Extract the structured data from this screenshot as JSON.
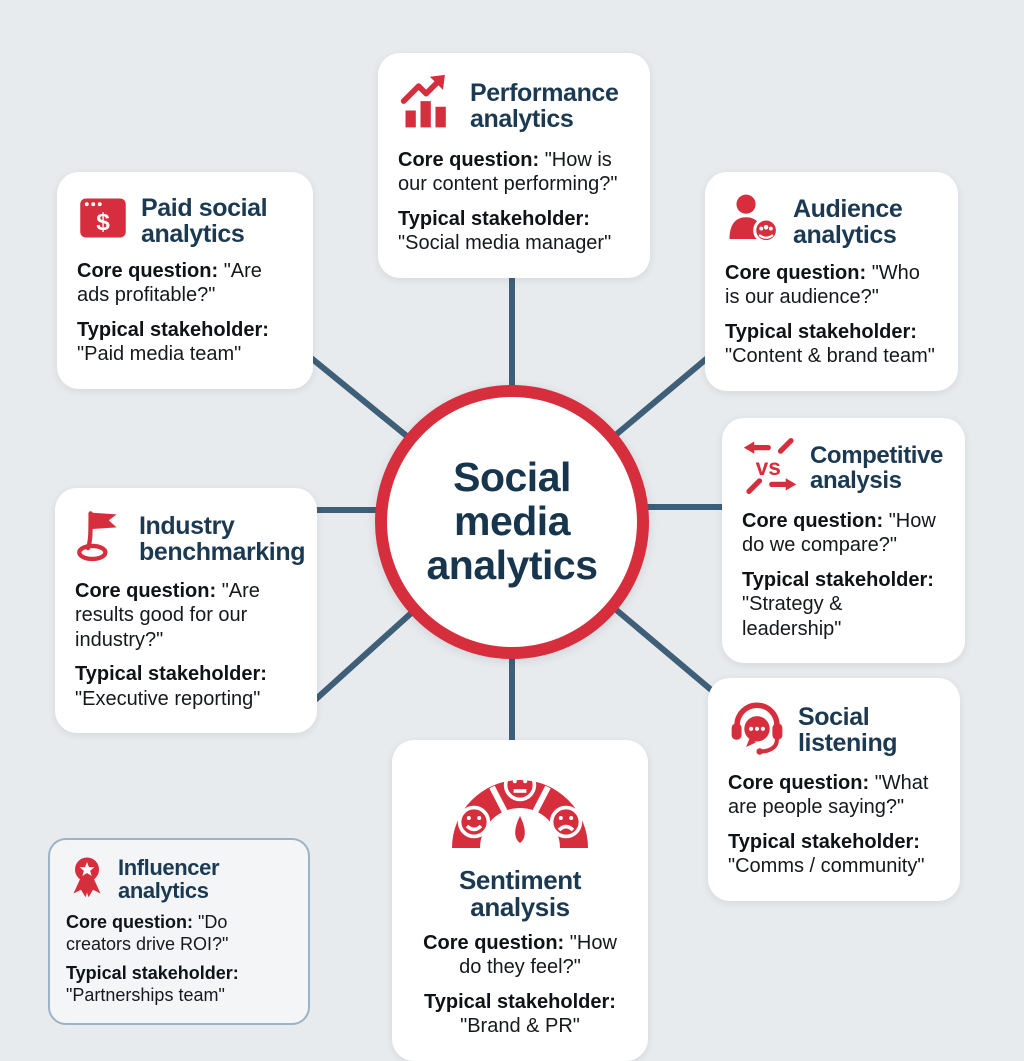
{
  "center": {
    "title": "Social media analytics"
  },
  "labels": {
    "core": "Core question:",
    "stakeholder": "Typical stakeholder:"
  },
  "cards": [
    {
      "name": "performance-analytics",
      "title": "Performance analytics",
      "icon": "bar-chart-growth-icon",
      "question": "\"How is our content performing?\"",
      "stakeholder": "\"Social media manager\""
    },
    {
      "name": "paid-social-analytics",
      "title": "Paid social analytics",
      "icon": "browser-dollar-icon",
      "question": "\"Are ads profitable?\"",
      "stakeholder": "\"Paid media team\""
    },
    {
      "name": "audience-analytics",
      "title": "Audience analytics",
      "icon": "user-group-icon",
      "question": "\"Who is our audience?\"",
      "stakeholder": "\"Content & brand team\""
    },
    {
      "name": "competitive-analysis",
      "title": "Competitive analysis",
      "icon": "versus-arrows-icon",
      "question": "\"How do we compare?\"",
      "stakeholder": "\"Strategy & leadership\""
    },
    {
      "name": "industry-benchmarking",
      "title": "Industry benchmarking",
      "icon": "benchmark-flag-icon",
      "question": "\"Are results good for our industry?\"",
      "stakeholder": "\"Executive reporting\""
    },
    {
      "name": "social-listening",
      "title": "Social listening",
      "icon": "headset-chat-icon",
      "question": "\"What are people saying?\"",
      "stakeholder": "\"Comms / community\""
    },
    {
      "name": "sentiment-analysis",
      "title": "Sentiment analysis",
      "icon": "sentiment-gauge-icon",
      "question": "\"How do they feel?\"",
      "stakeholder": "\"Brand & PR\""
    },
    {
      "name": "influencer-analytics",
      "title": "Influencer analytics",
      "icon": "award-ribbon-icon",
      "question": "\"Do creators drive ROI?\"",
      "stakeholder": "\"Partnerships team\""
    }
  ],
  "colors": {
    "accent_red": "#d62e3c",
    "heading_navy": "#1b3a52",
    "connector": "#3e5f77",
    "background": "#e8ebee",
    "card_white": "#ffffff"
  }
}
